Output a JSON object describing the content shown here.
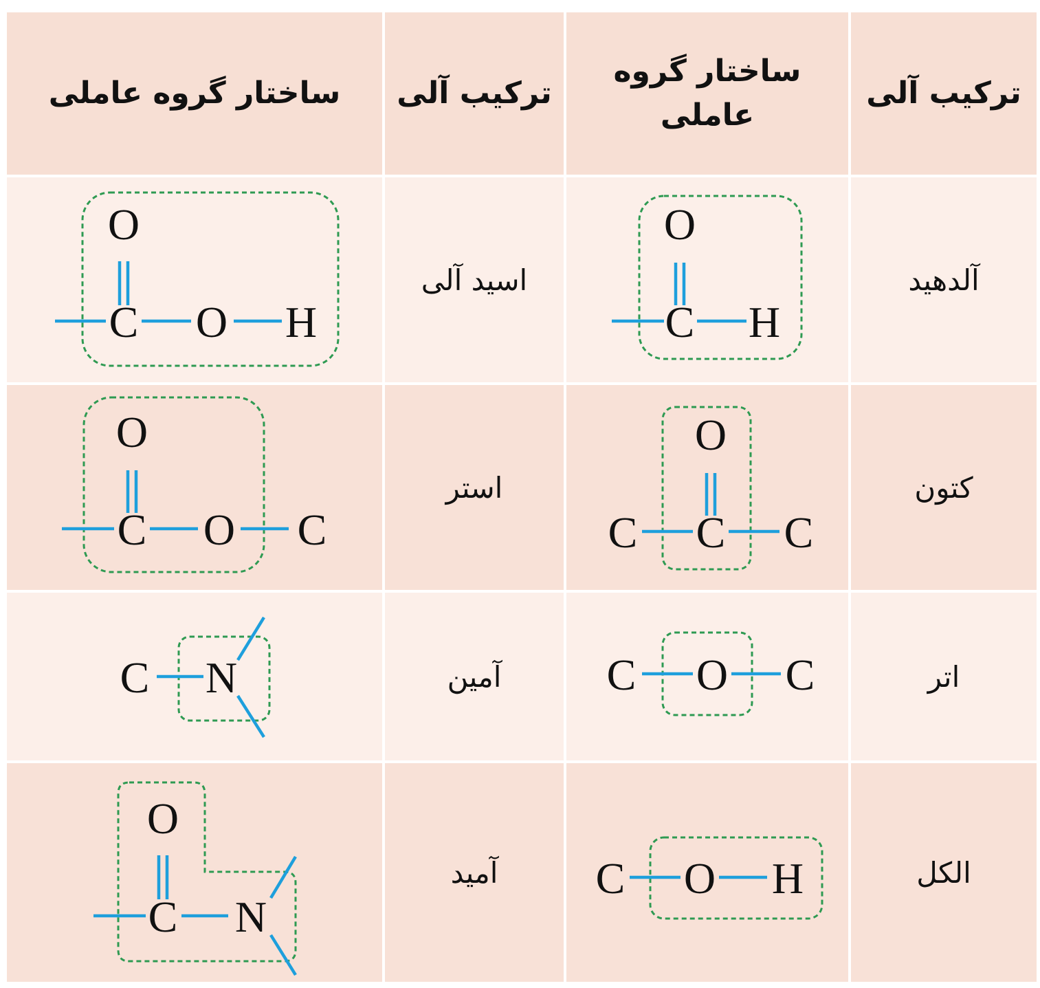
{
  "headers": {
    "compound": "ترکیب آلی",
    "structure": "ساختار گروه عاملی"
  },
  "compounds": {
    "aldehyde": "آلدهید",
    "carboxylic_acid": "اسید آلی",
    "ketone": "کتون",
    "ester": "استر",
    "ether": "اتر",
    "amine": "آمین",
    "alcohol": "الکل",
    "amide": "آمید"
  },
  "atoms": {
    "carbon": "C",
    "oxygen": "O",
    "hydrogen": "H",
    "nitrogen": "N"
  },
  "colors": {
    "bond": "#1e9fdc",
    "group_outline": "#2e9a52",
    "header_bg": "#f7dfd4",
    "row_light_bg": "#fcefe9",
    "row_dark_bg": "#f8e1d7"
  }
}
